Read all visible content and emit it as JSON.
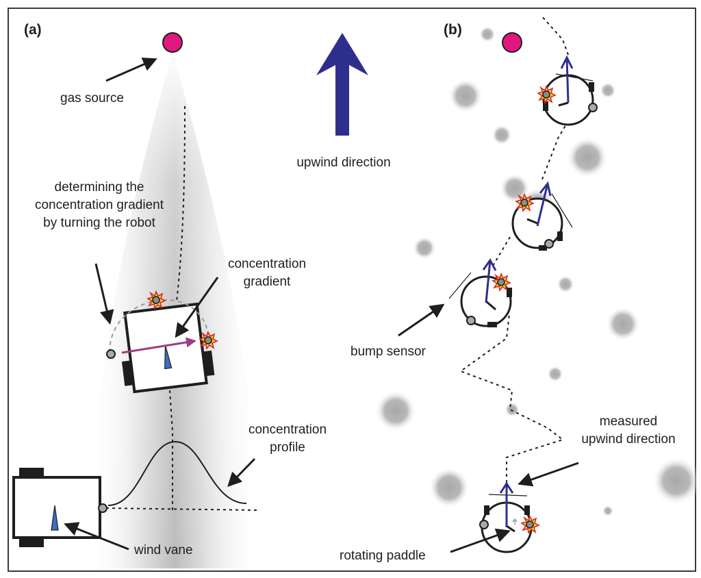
{
  "panel_a": {
    "tag": "(a)",
    "gas_source": "gas source",
    "turning": [
      "determining the",
      "concentration gradient",
      "by turning the robot"
    ],
    "gradient": [
      "concentration",
      "gradient"
    ],
    "profile": [
      "concentration",
      "profile"
    ],
    "wind_vane": "wind vane"
  },
  "center": {
    "upwind": "upwind direction"
  },
  "panel_b": {
    "tag": "(b)",
    "bump_sensor": "bump sensor",
    "measured": [
      "measured",
      "upwind direction"
    ],
    "paddle": "rotating paddle"
  },
  "colors": {
    "source": "#e0177f",
    "upwind_arrow": "#2e2f8c",
    "gradient_arrow": "#9b3e86",
    "wind_vane": "#3b6fc4",
    "puff": "#b0b0b0",
    "frame": "#3a3a3a"
  },
  "icons": [
    "gas-sensor-icon",
    "bump-sensor-icon",
    "wind-vane-icon",
    "rotating-paddle-icon"
  ]
}
